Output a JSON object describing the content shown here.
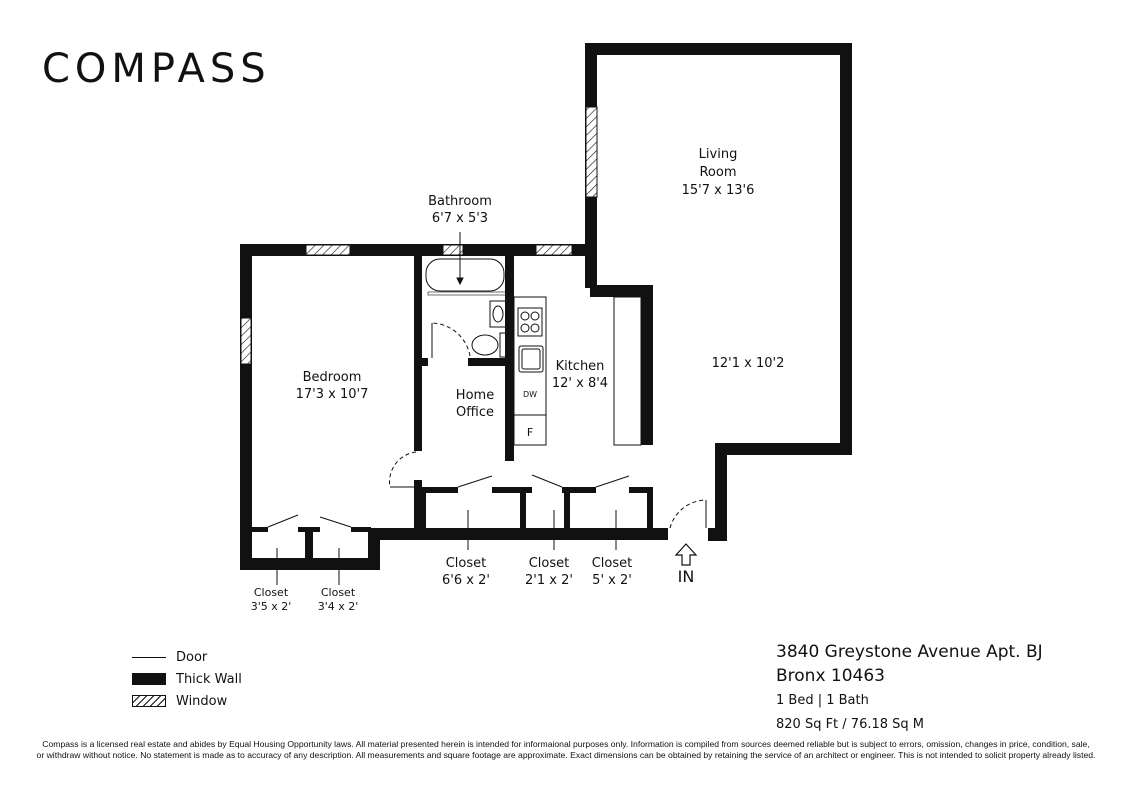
{
  "brand": {
    "logo_text": "COMPASS"
  },
  "rooms": {
    "living_room": {
      "name_line1": "Living",
      "name_line2": "Room",
      "dims": "15'7 x 13'6",
      "dims_lower": "12'1 x 10'2"
    },
    "bathroom": {
      "name": "Bathroom",
      "dims": "6'7 x 5'3"
    },
    "bedroom": {
      "name": "Bedroom",
      "dims": "17'3 x 10'7"
    },
    "home_office": {
      "name_line1": "Home",
      "name_line2": "Office"
    },
    "kitchen": {
      "name": "Kitchen",
      "dims": "12' x 8'4",
      "appliances": {
        "dishwasher": "DW",
        "fridge": "F"
      }
    },
    "closets": [
      {
        "name": "Closet",
        "dims": "3'5 x 2'"
      },
      {
        "name": "Closet",
        "dims": "3'4 x 2'"
      },
      {
        "name": "Closet",
        "dims": "6'6 x 2'"
      },
      {
        "name": "Closet",
        "dims": "2'1 x 2'"
      },
      {
        "name": "Closet",
        "dims": "5' x 2'"
      }
    ],
    "entry_label": "IN"
  },
  "legend": {
    "door": "Door",
    "thick_wall": "Thick Wall",
    "window": "Window"
  },
  "listing": {
    "address_line1": "3840 Greystone Avenue Apt. BJ",
    "address_line2": "Bronx 10463",
    "beds_baths": "1 Bed | 1 Bath",
    "area": "820 Sq Ft / 76.18 Sq M"
  },
  "disclaimer": {
    "line1": "Compass is a licensed real estate and abides by Equal Housing Opportunity laws. All material presented herein is intended for informaional purposes only. Information is compiled from sources deemed reliable but is subject to errors, omission, changes in price, condition, sale,",
    "line2": "or withdraw without notice. No statement is made as to accuracy of any description. All measurements and square footage are approximate. Exact dimensions can be obtained by retaining the service of an architect or engineer. This is not intended to solicit property already listed."
  }
}
